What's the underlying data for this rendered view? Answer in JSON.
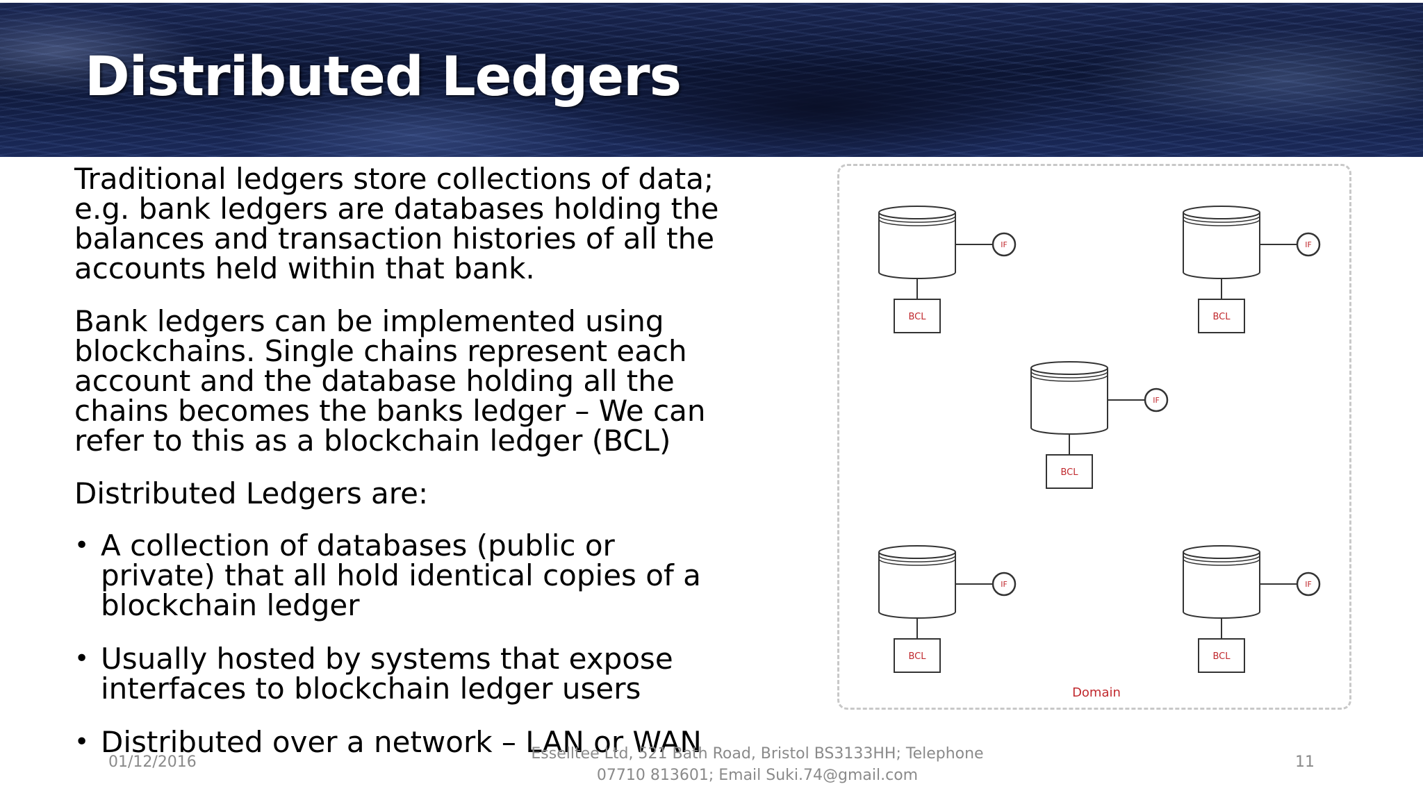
{
  "slide": {
    "title": "Distributed Ledgers",
    "paragraphs": [
      "Traditional ledgers store collections of data; e.g. bank ledgers are databases holding the balances and transaction histories of all the accounts held within that bank.",
      "Bank ledgers can be implemented using blockchains. Single chains represent each account and the database holding all the chains becomes the banks ledger – We can refer to this as a blockchain ledger (BCL)"
    ],
    "lead": "Distributed Ledgers are:",
    "bullet_char": "•",
    "bullets": [
      "A collection of databases (public or private) that all hold identical copies of a blockchain ledger",
      "Usually hosted by systems that expose interfaces to blockchain ledger users",
      "Distributed over a network – LAN or WAN"
    ]
  },
  "diagram": {
    "node_label": "BCL",
    "interface_label": "IF",
    "domain_label": "Domain",
    "label_color": "#c0282d",
    "line_color": "#333333",
    "border_color": "#c8c8c8"
  },
  "footer": {
    "date": "01/12/2016",
    "contact_line1": "Esselltee Ltd, 521 Bath Road, Bristol BS3133HH; Telephone",
    "contact_line2": "07710 813601; Email Suki.74@gmail.com",
    "page_number": "11"
  }
}
